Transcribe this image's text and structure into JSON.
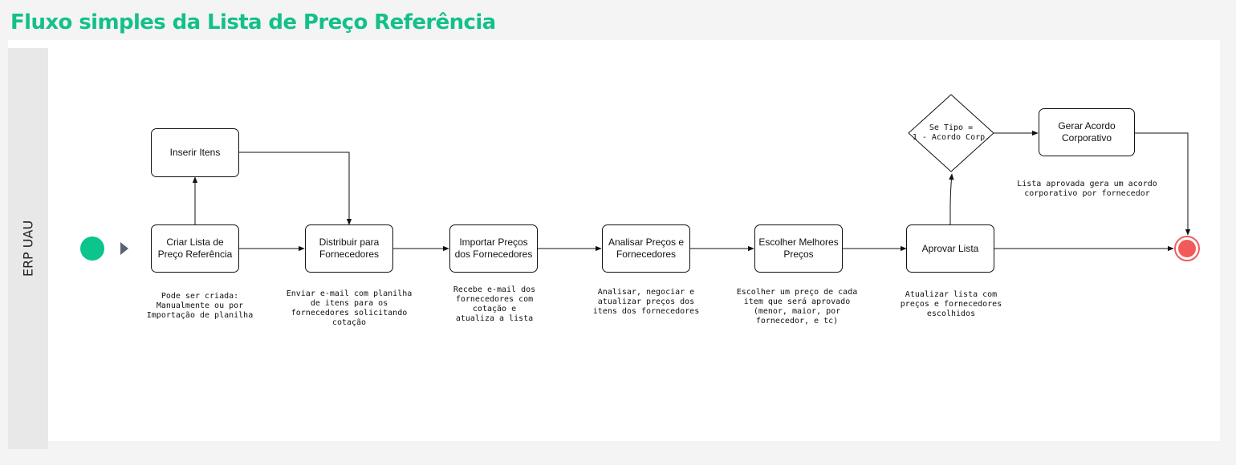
{
  "page_title": "Fluxo simples da Lista de Preço Referência",
  "lane_label": "ERP UAU",
  "steps": [
    {
      "label": "Inserir Itens"
    },
    {
      "label": "Criar Lista de Preço Referência"
    },
    {
      "label": "Distribuir para Fornecedores"
    },
    {
      "label": "Importar Preços dos Fornecedores"
    },
    {
      "label": "Analisar Preços e Fornecedores"
    },
    {
      "label": "Escolher Melhores Preços"
    },
    {
      "label": "Aprovar Lista"
    },
    {
      "label": "Gerar Acordo Corporativo"
    }
  ],
  "decision": {
    "label": "Se Tipo =\n1 - Acordo Corp."
  },
  "notes": [
    "Pode ser criada: Manualmente ou por Importação de planilha",
    "Enviar e-mail com planilha de itens para os fornecedores solicitando cotação",
    "Recebe e-mail dos fornecedores com cotação e atualiza a lista",
    "Analisar, negociar e atualizar preços dos itens dos fornecedores",
    "Escolher um preço de cada item que será aprovado (menor, maior, por fornecedor, e tc)",
    "Atualizar lista com preços e fornecedores escolhidos",
    "Lista aprovada gera um acordo corporativo por fornecedor"
  ],
  "colors": {
    "title": "#14c08a",
    "start_event": "#0cc48d",
    "end_event": "#f25a5a",
    "lane": "#e8e8e8"
  }
}
